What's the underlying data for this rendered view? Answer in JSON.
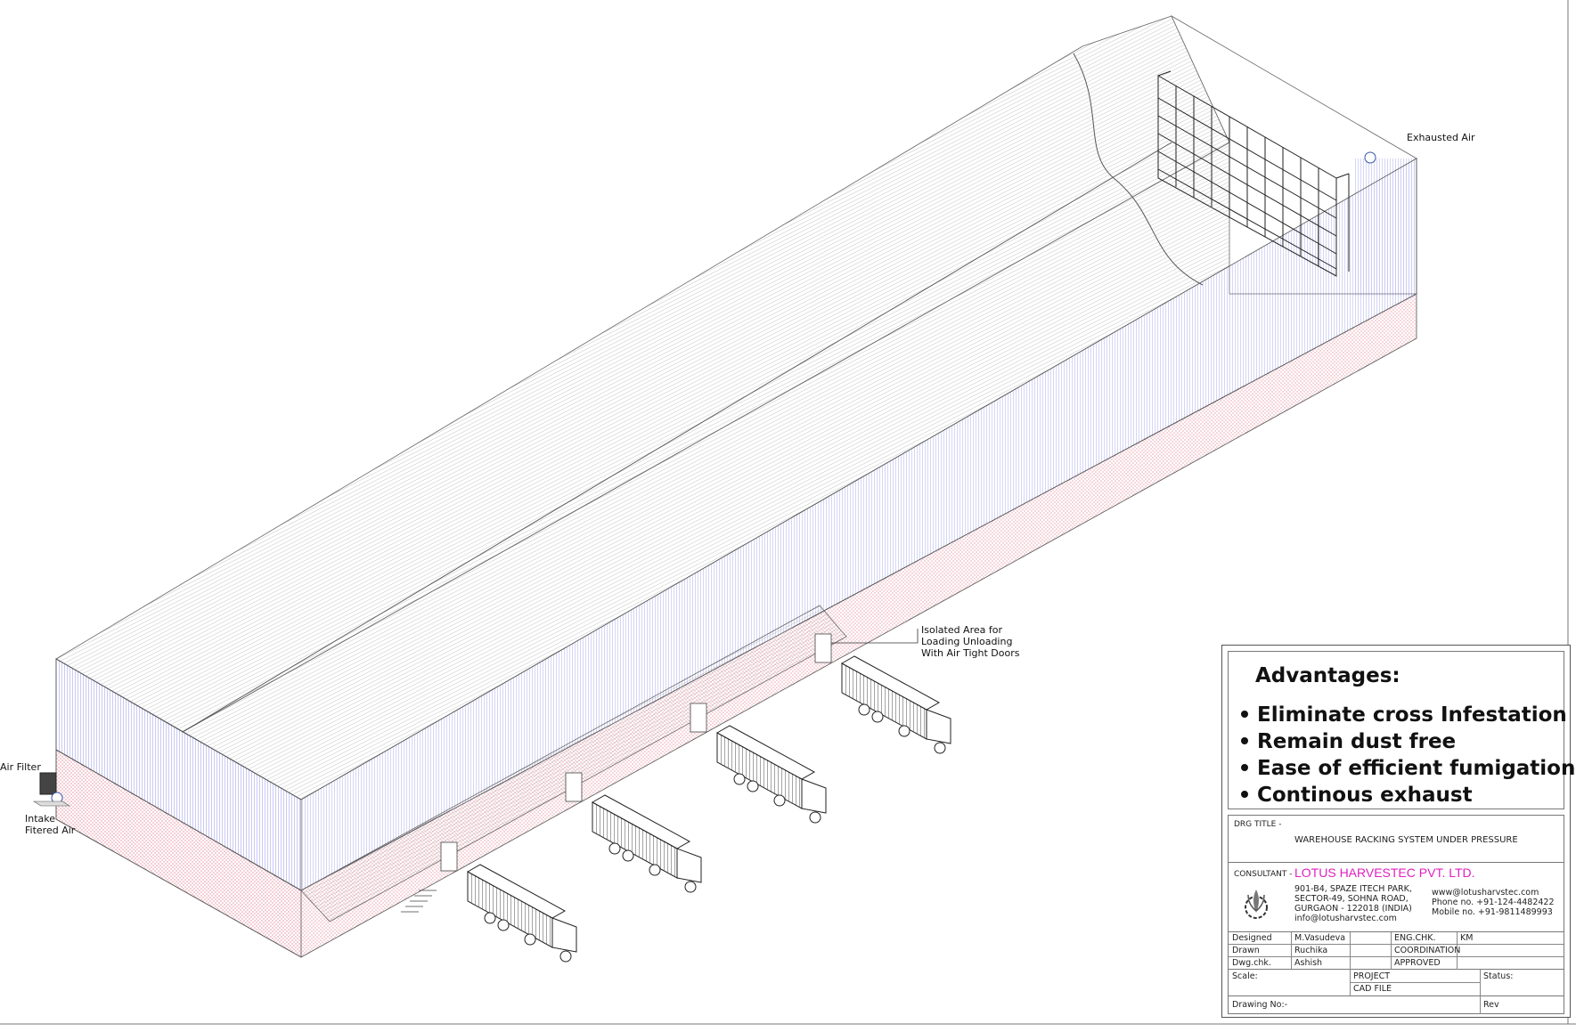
{
  "labels": {
    "exhausted_air": "Exhausted Air",
    "air_filter": "Air Filter",
    "intake_line1": "Intake",
    "intake_line2": "Fitered Air",
    "isolated_line1": "Isolated Area for",
    "isolated_line2": "Loading Unloading",
    "isolated_line3": "With Air Tight Doors"
  },
  "advantages": {
    "title": "Advantages:",
    "items": [
      "Eliminate cross Infestation",
      "Remain dust free",
      "Ease of efficient fumigation",
      "Continous exhaust"
    ]
  },
  "title_block": {
    "drg_title_label": "DRG TITLE -",
    "drg_title": "WAREHOUSE RACKING SYSTEM UNDER PRESSURE",
    "consultant_label": "CONSULTANT -",
    "company": "LOTUS HARVESTEC PVT. LTD.",
    "address": [
      "901-B4, SPAZE ITECH PARK,",
      "SECTOR-49, SOHNA ROAD,",
      "GURGAON - 122018 (INDIA)",
      "info@lotusharvstec.com"
    ],
    "contact": [
      "www@lotusharvstec.com",
      "Phone no. +91-124-4482422",
      "Mobile no. +91-9811489993"
    ],
    "designed_label": "Designed",
    "designed": "M.Vasudeva",
    "drawn_label": "Drawn",
    "drawn": "Ruchika",
    "dwgchk_label": "Dwg.chk.",
    "dwgchk": "Ashish",
    "engchk_label": "ENG.CHK.",
    "engchk": "KM",
    "coordination_label": "COORDINATION",
    "approved_label": "APPROVED",
    "scale_label": "Scale:",
    "project_label": "PROJECT",
    "cad_label": "CAD FILE",
    "status_label": "Status:",
    "drawing_no_label": "Drawing No:-",
    "rev_label": "Rev"
  },
  "colors": {
    "wall_blue": "#8a8ae6",
    "base_pink": "#e89aa8",
    "company_magenta": "#e020c0",
    "line": "#555555"
  }
}
